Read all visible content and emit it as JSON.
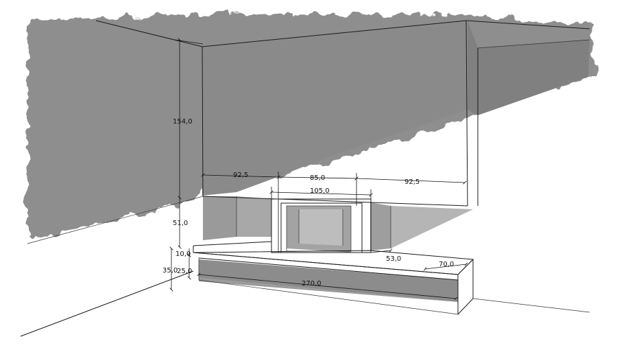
{
  "colors": {
    "shadow": "#8c8c8c",
    "shadow_dark": "#7a7a7a",
    "line": "#1a1a1a",
    "background": "#ffffff"
  },
  "dimensions": {
    "wall_upper_height": "154,0",
    "left_offset": "92,5",
    "firebox_width": "85,0",
    "frame_width": "105,0",
    "right_offset": "92,5",
    "hood_height": "51,0",
    "bench_top": "10,0",
    "bench_total": "35,0",
    "bench_base": "25,0",
    "frame_depth": "53,0",
    "bench_depth": "70,0",
    "bench_length": "270,0"
  }
}
